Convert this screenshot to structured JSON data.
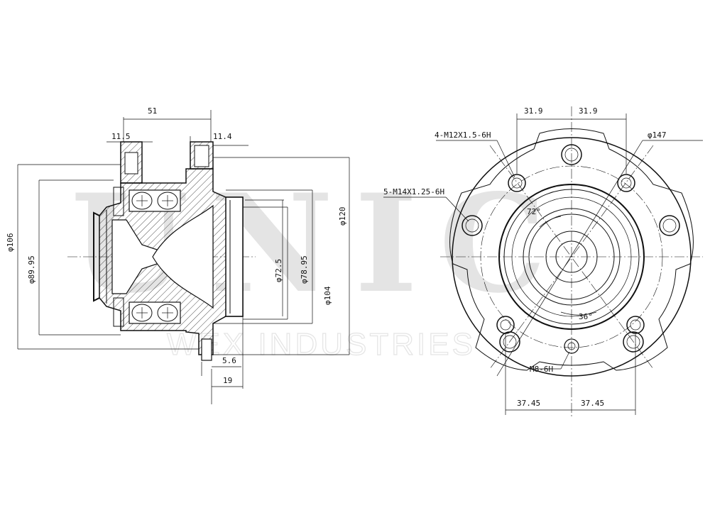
{
  "watermark": {
    "brand": "UNIC",
    "tagline": "WEX INDUSTRIES"
  },
  "side_view": {
    "labels": {
      "width_51": "51",
      "flange_left_11_5": "11.5",
      "flange_right_11_4": "11.4",
      "dia_106": "φ106",
      "dia_89_95": "φ89.95",
      "dia_72_5": "φ72.5",
      "dia_78_95": "φ78.95",
      "dia_104": "φ104",
      "dia_120": "φ120",
      "offset_5_6": "5.6",
      "offset_19": "19"
    }
  },
  "front_view": {
    "labels": {
      "top_left_31_9": "31.9",
      "top_right_31_9": "31.9",
      "bolt_holes": "4-M12X1.5-6H",
      "studs": "5-M14X1.25-6H",
      "dia_147": "φ147",
      "angle_72": "72°",
      "angle_36": "36°",
      "m8": "M8-6H",
      "bottom_left_37_45": "37.45",
      "bottom_right_37_45": "37.45"
    }
  }
}
